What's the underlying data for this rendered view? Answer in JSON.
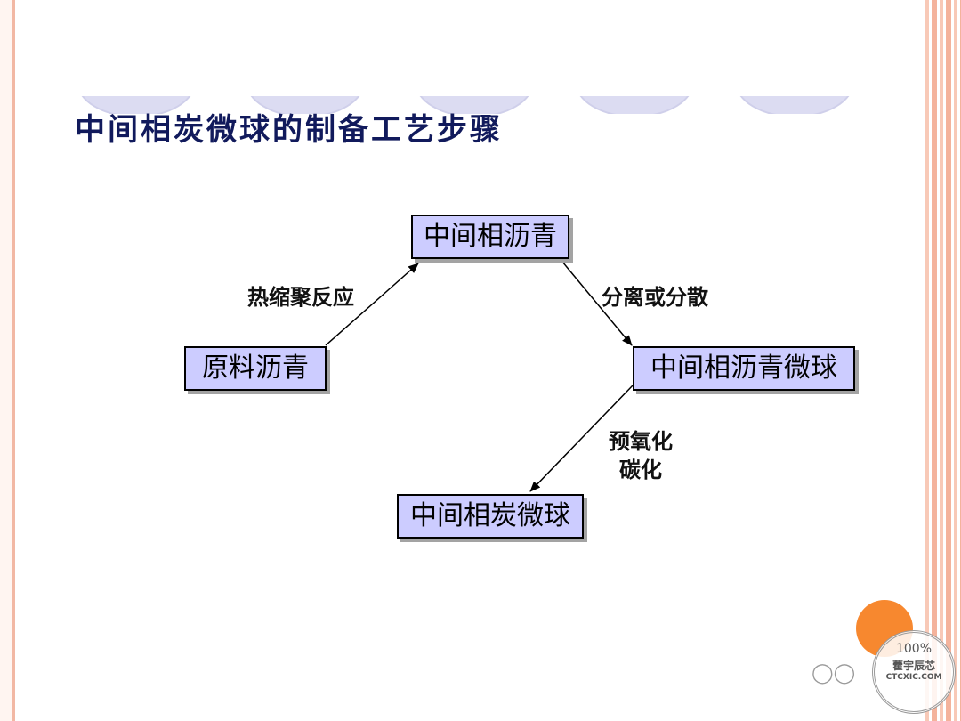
{
  "slide": {
    "title": "中间相炭微球的制备工艺步骤"
  },
  "diagram": {
    "nodes": {
      "raw_pitch": "原料沥青",
      "mesophase_pitch": "中间相沥青",
      "mesophase_pitch_spheres": "中间相沥青微球",
      "mesocarbon_microbeads": "中间相炭微球"
    },
    "edges": {
      "polycondensation": "热缩聚反应",
      "separation": "分离或分散",
      "preoxidation": "预氧化",
      "carbonization": "碳化"
    }
  },
  "watermark": {
    "badge_top": "100%",
    "badge_mid": "藿宇辰芯",
    "badge_bottom": "CTCXIC.COM"
  },
  "colors": {
    "node_fill": "#ccccff",
    "title": "#111a5c",
    "border_accent": "#f4b39c",
    "logo_orange": "#f7882f"
  }
}
